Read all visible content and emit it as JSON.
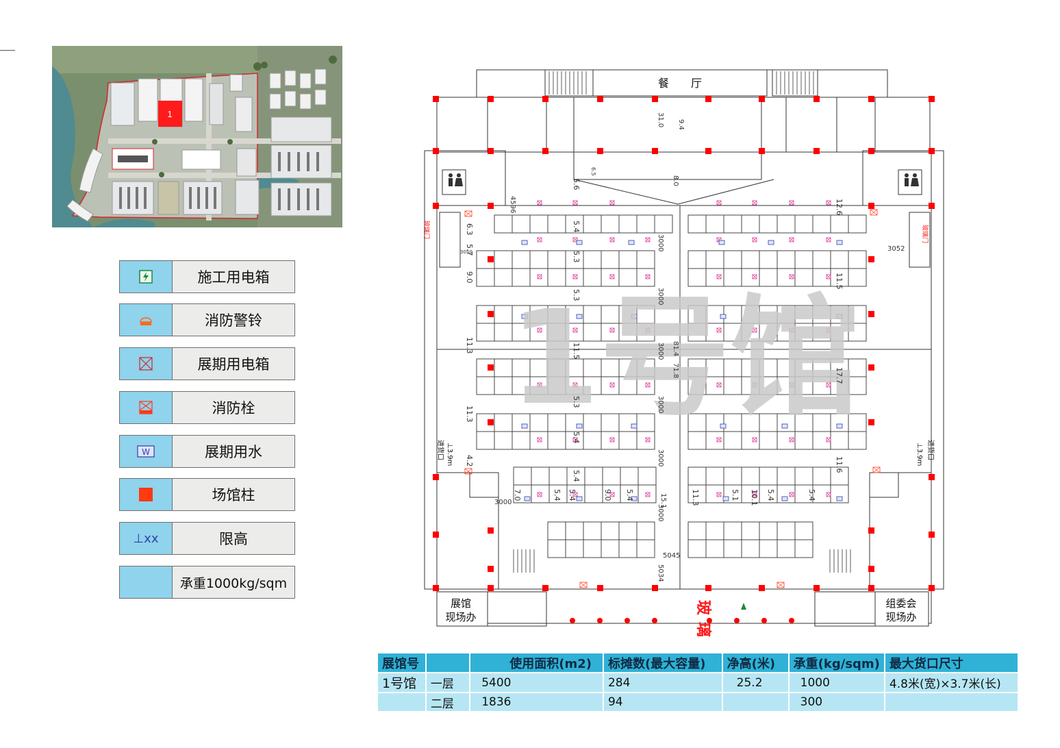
{
  "site_map": {
    "hall_marker": "1"
  },
  "legend": {
    "items": [
      {
        "icon": "power-box-icon",
        "label": "施工用电箱"
      },
      {
        "icon": "fire-bell-icon",
        "label": "消防警铃"
      },
      {
        "icon": "exhibition-power-box-icon",
        "label": "展期用电箱"
      },
      {
        "icon": "fire-hydrant-icon",
        "label": "消防栓"
      },
      {
        "icon": "water-supply-icon",
        "label": "展期用水",
        "icon_text": "W"
      },
      {
        "icon": "column-icon",
        "label": "场馆柱"
      },
      {
        "icon": "height-limit-icon",
        "label": "限高",
        "icon_text": "⊥xx"
      },
      {
        "icon": "",
        "label": "承重1000kg/sqm"
      }
    ]
  },
  "floor_plan": {
    "restaurant": "餐　　厅",
    "hall_title": "1号馆",
    "glass_door": "玻璃门",
    "glass_door_side": "玻璃门",
    "loading_dock": "进货口",
    "height_limit": "⊥3.9m",
    "site_office_left": [
      "展馆",
      "现场办"
    ],
    "site_office_right": [
      "组委会",
      "现场办"
    ],
    "center_dimensions": [
      "31.0",
      "9.4",
      "8.0",
      "81.4",
      "71.8",
      "15.1"
    ],
    "aisle_widths": [
      "3000",
      "3000",
      "3000",
      "3000",
      "3000",
      "3000"
    ],
    "misc_dimensions": [
      "4596",
      "3052",
      "3050",
      "3000",
      "5045",
      "5034",
      "6.5"
    ],
    "left_column_dims": [
      "5.6",
      "5.4",
      "5.3",
      "5.3",
      "11.5",
      "5.3",
      "5.4",
      "5.4"
    ],
    "left_edge_dims": [
      "6.3",
      "5.7",
      "9.0",
      "11.3",
      "11.3",
      "4.2"
    ],
    "right_column_dims": [
      "12.6",
      "11.5",
      "17.7",
      "11.6"
    ],
    "bottom_row_dims": [
      "7.0",
      "5.4",
      "5.4",
      "9.0",
      "5.4",
      "11.3",
      "5.1",
      "10.1",
      "5.4",
      "5.4"
    ]
  },
  "info_table": {
    "headers": [
      "展馆号",
      "",
      "使用面积(m2)",
      "标摊数(最大容量)",
      "净高(米)",
      "承重(kg/sqm)",
      "最大货口尺寸"
    ],
    "rows": [
      {
        "hall": "1号馆",
        "floor": "一层",
        "area": "5400",
        "booths": "284",
        "height": "25.2",
        "load": "1000",
        "door": "4.8米(宽)×3.7米(长)"
      },
      {
        "hall": "",
        "floor": "二层",
        "area": "1836",
        "booths": "94",
        "height": "",
        "load": "300",
        "door": ""
      }
    ]
  },
  "colors": {
    "column_red": "#ff0000",
    "accent_cyan": "#2fb2d6",
    "legend_cyan": "#8fd3ec",
    "fire_orange": "#ff6a1a",
    "water_blue": "#2f3fae",
    "pink_marker": "#e0349a",
    "aisle_green": "#1d8a3a",
    "watermark_gray": "#c9c9c9"
  }
}
